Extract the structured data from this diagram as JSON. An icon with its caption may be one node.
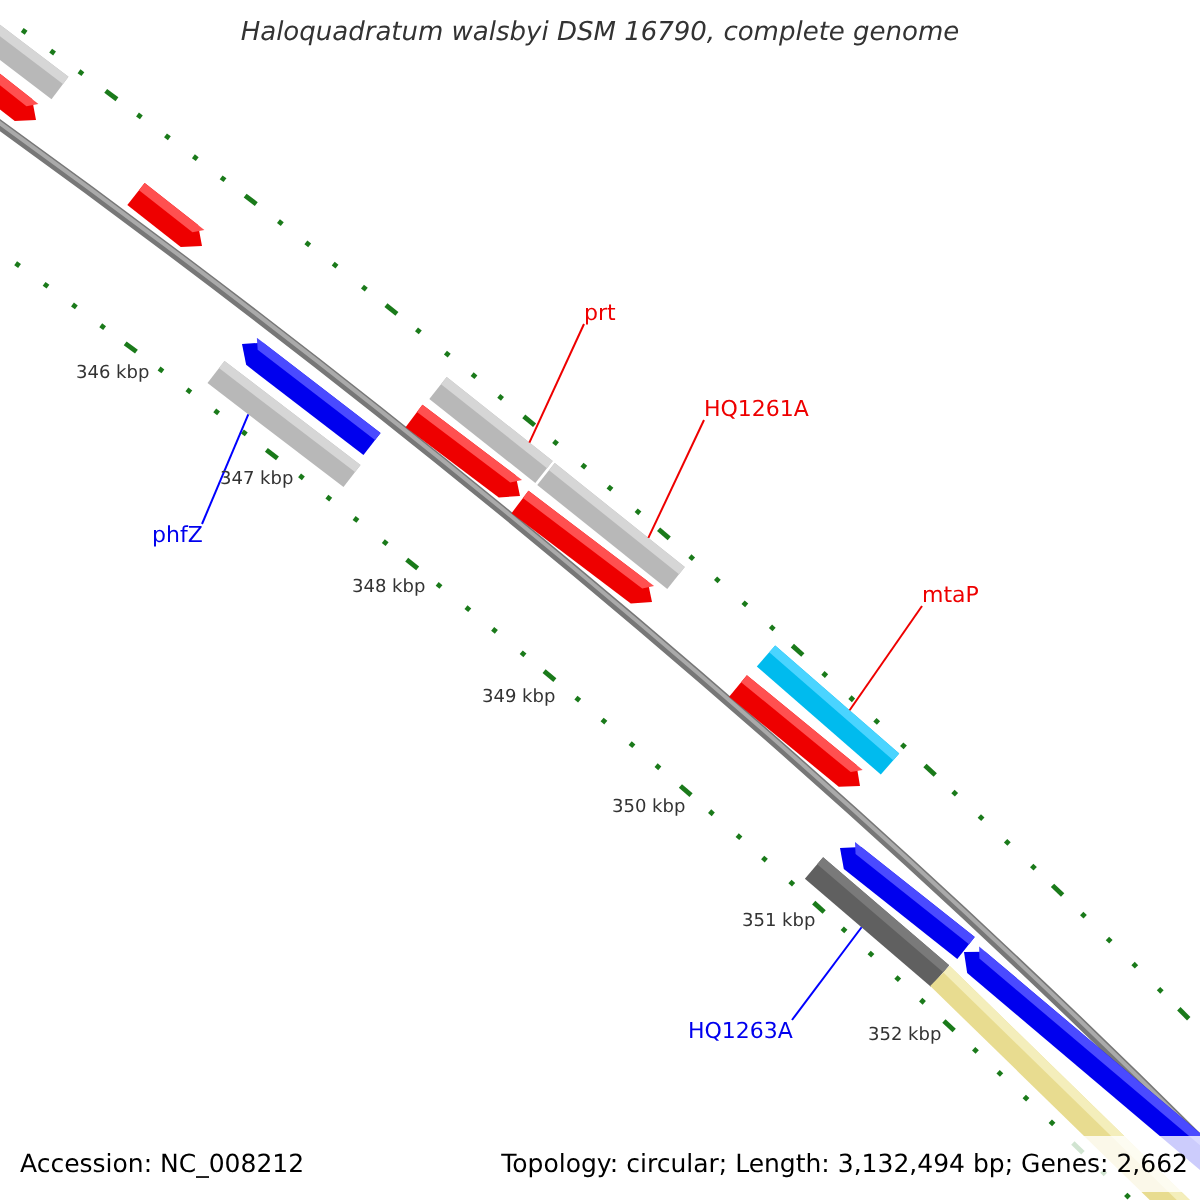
{
  "diagram": {
    "title": "Haloquadratum walsbyi DSM 16790, complete genome",
    "nodes": [
      {
        "text": [
          "prt"
        ]
      },
      {
        "text": [
          "HQ1261A"
        ]
      },
      {
        "text": [
          "mtaP"
        ]
      },
      {
        "text": [
          "phfZ"
        ]
      },
      {
        "text": [
          "HQ1263A"
        ]
      },
      {
        "text": [],
        "shape": "bar"
      },
      {
        "text": [],
        "shape": "arrow"
      },
      {
        "text": [],
        "shape": "arrow"
      },
      {
        "text": [],
        "shape": "arrow"
      },
      {
        "text": [],
        "shape": "bar"
      },
      {
        "text": [],
        "shape": "bar"
      },
      {
        "text": [],
        "shape": "bar"
      },
      {
        "text": [],
        "shape": "arrow"
      },
      {
        "text": [],
        "shape": "arrow"
      },
      {
        "text": [],
        "shape": "bar"
      },
      {
        "text": [],
        "shape": "arrow"
      },
      {
        "text": [],
        "shape": "arrow"
      },
      {
        "text": [],
        "shape": "arrow"
      },
      {
        "text": [],
        "shape": "bar"
      },
      {
        "text": [],
        "shape": "bar"
      }
    ],
    "edges": [
      {
        "from": 0,
        "to": 10,
        "arrow": "none"
      },
      {
        "from": 1,
        "to": 11,
        "arrow": "none"
      },
      {
        "from": 2,
        "to": 14,
        "arrow": "none"
      },
      {
        "from": 3,
        "to": 9,
        "arrow": "none",
        "color": "#0000ff"
      },
      {
        "from": 4,
        "to": 18,
        "arrow": "none",
        "color": "#0000ff"
      }
    ],
    "labels": [
      "346 kbp",
      "347 kbp",
      "348 kbp",
      "349 kbp",
      "350 kbp",
      "351 kbp",
      "352 kbp",
      "Accession: NC_008212",
      "Topology: circular; Length: 3,132,494 bp; Genes: 2,662"
    ]
  }
}
